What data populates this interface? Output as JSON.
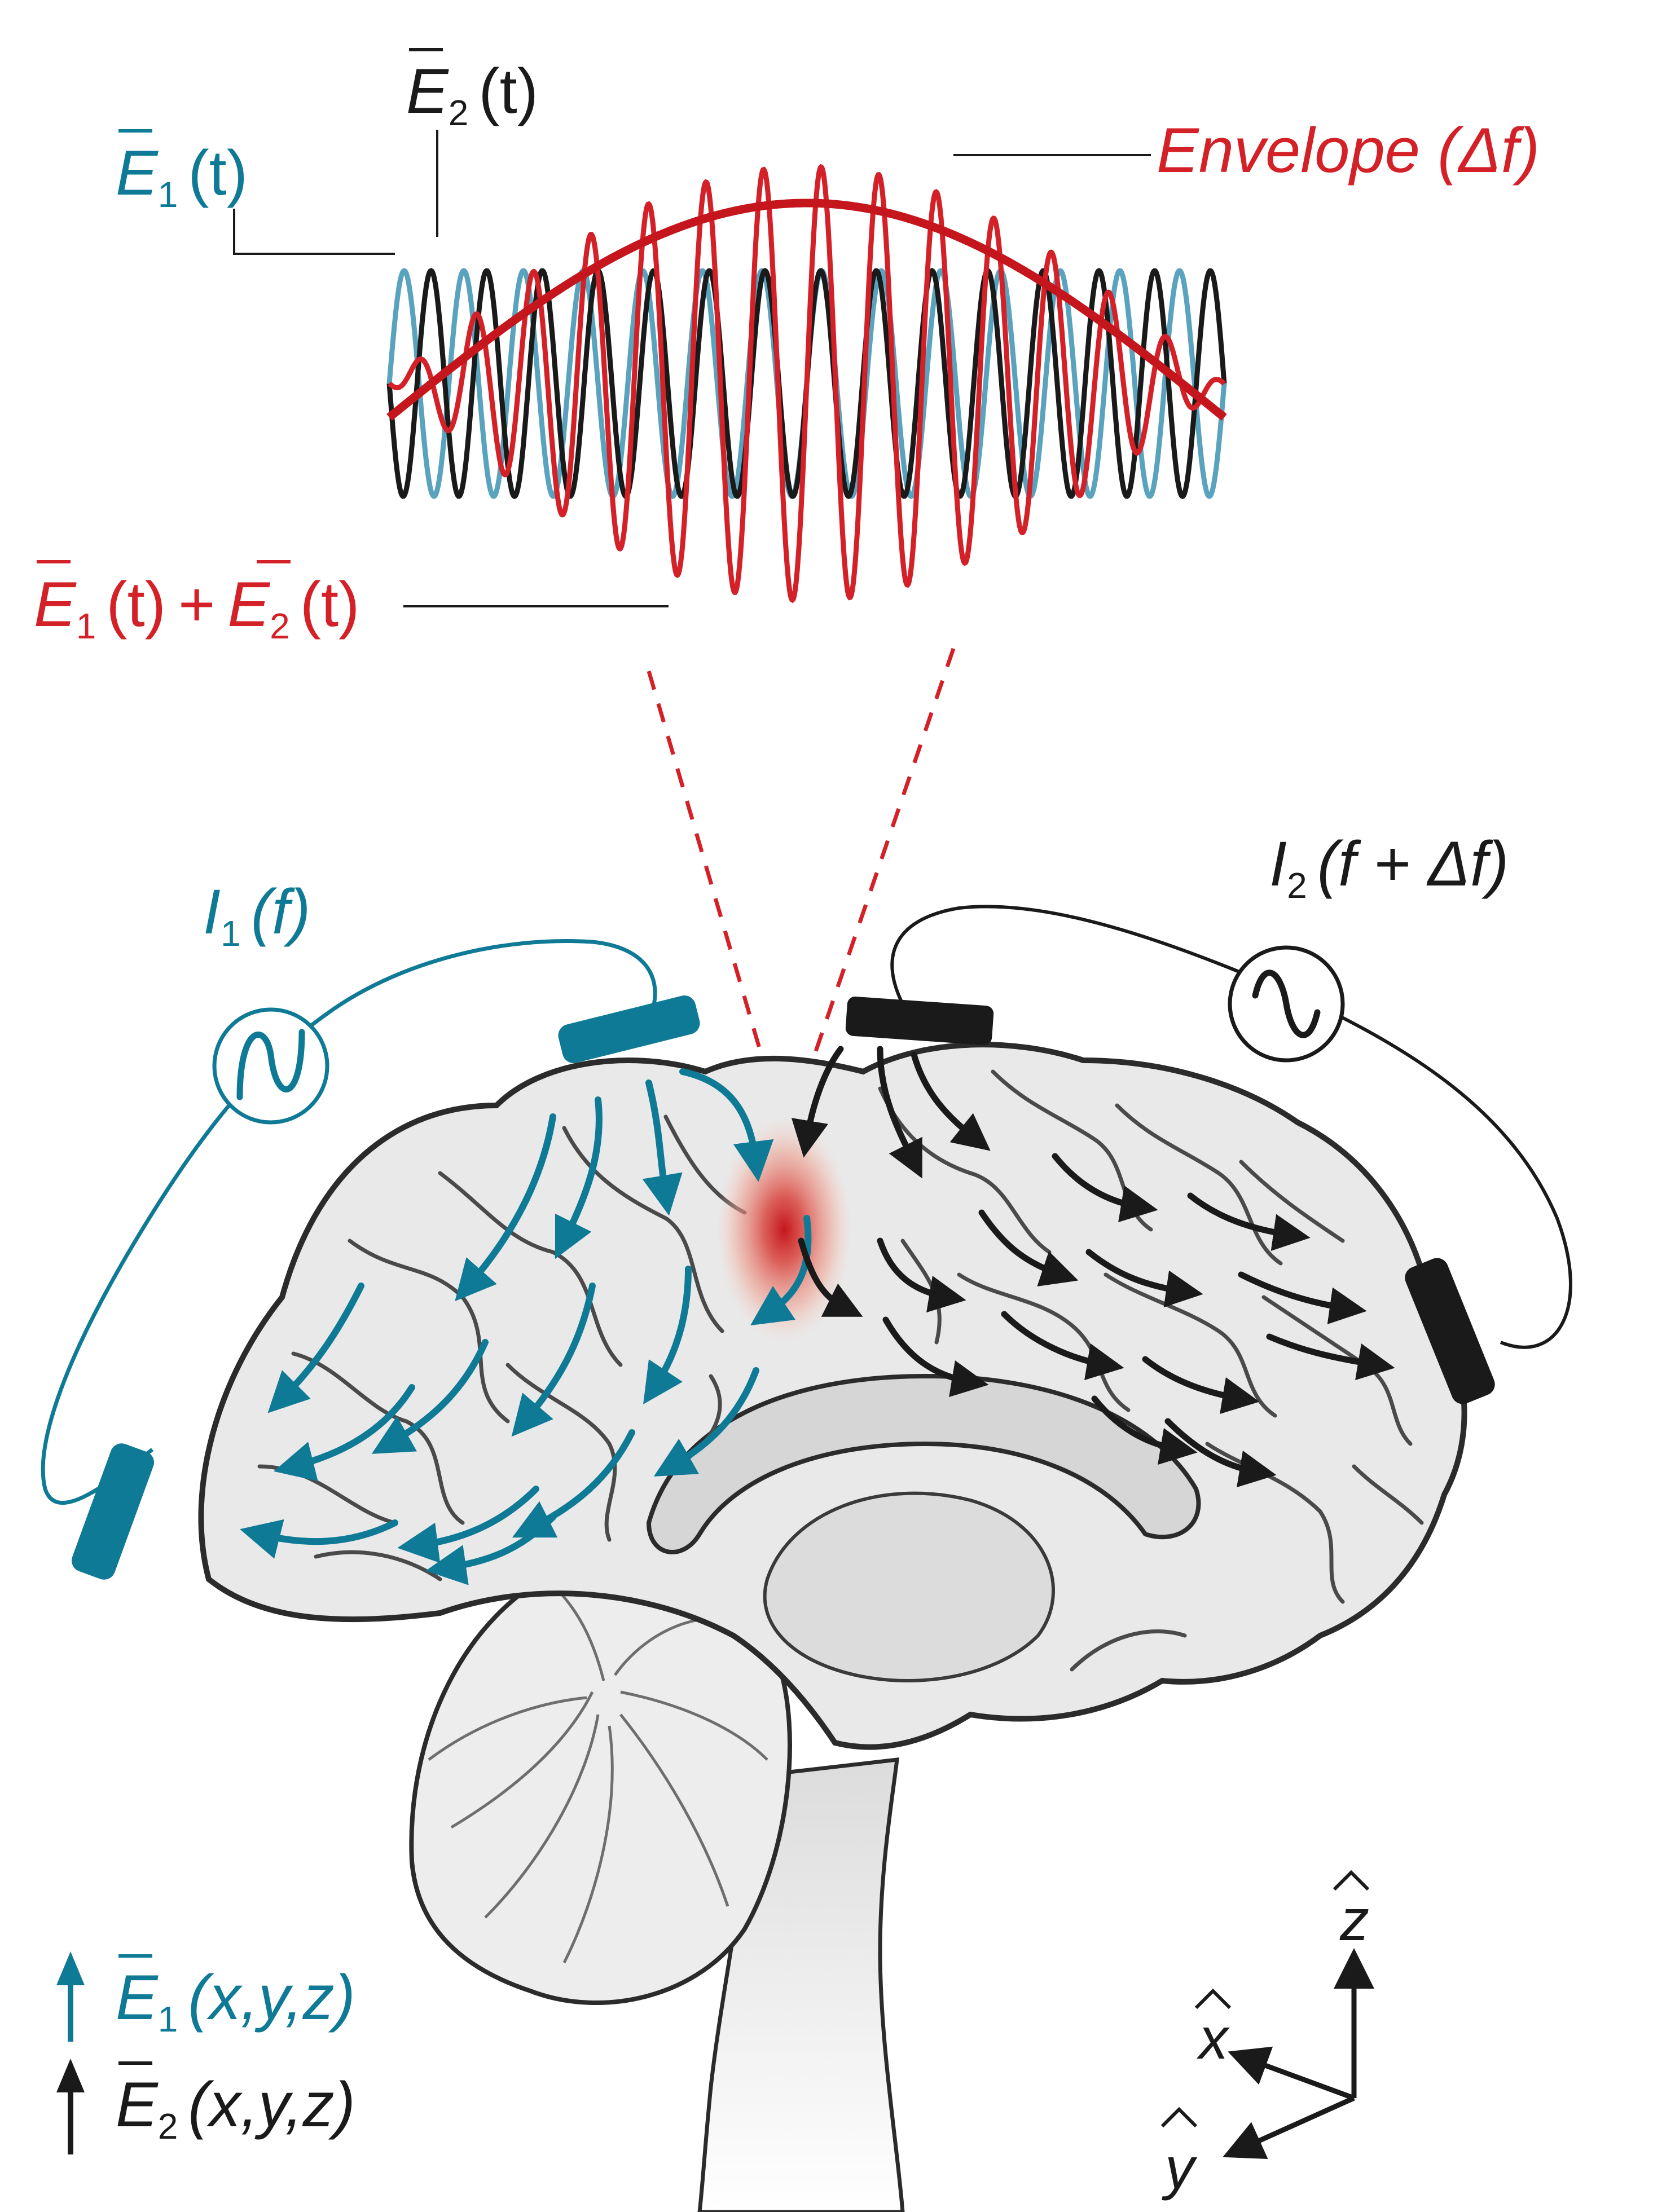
{
  "colors": {
    "e1": "#0e7a96",
    "e1_light": "#5aa3bf",
    "e2": "#1a1a1a",
    "sum": "#d42027",
    "brain_fill": "#e9e9e9",
    "brain_line": "#2b2b2b",
    "hot": "#d42027"
  },
  "waveform": {
    "e1_label": {
      "base": "E",
      "sub": "1",
      "arg": "(t)"
    },
    "e2_label": {
      "base": "E",
      "sub": "2",
      "arg": "(t)"
    },
    "envelope_label": "Envelope (Δf)",
    "sum_label": {
      "a_base": "E",
      "a_sub": "1",
      "a_arg": "(t)",
      "plus": "+",
      "b_base": "E",
      "b_sub": "2",
      "b_arg": "(t)"
    }
  },
  "sources": {
    "i1": {
      "base": "I",
      "sub": "1",
      "arg": "(f)",
      "icon": "sine-wave-icon"
    },
    "i2": {
      "base": "I",
      "sub": "2",
      "arg": "(f + Δf)",
      "icon": "sine-wave-icon"
    }
  },
  "legend": {
    "e1": {
      "base": "E",
      "sub": "1",
      "arg": "(x,y,z)"
    },
    "e2": {
      "base": "E",
      "sub": "2",
      "arg": "(x,y,z)"
    }
  },
  "axes": {
    "z": "z",
    "x": "x",
    "y": "y"
  }
}
